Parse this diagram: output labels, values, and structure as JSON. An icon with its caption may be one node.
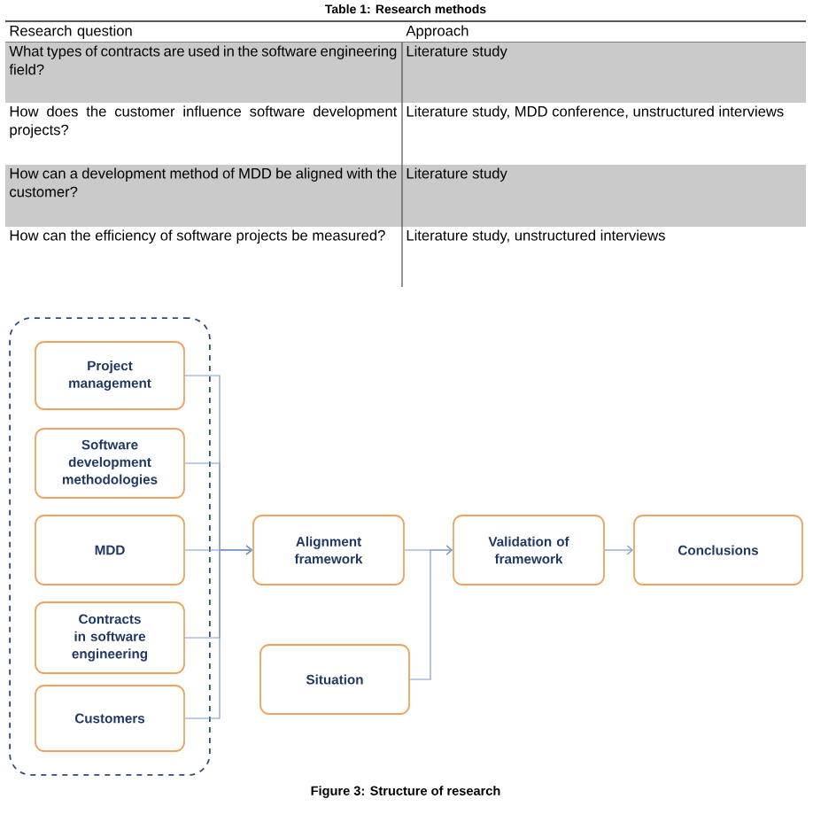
{
  "diagram": {
    "title": "Table 1: Research methods",
    "caption": "Figure 3: Structure of research",
    "nodes": [
      {
        "text": [],
        "shape": "box"
      },
      {
        "text": [
          "Project management"
        ],
        "in": 0
      },
      {
        "text": [
          "Software development methodologies"
        ],
        "in": 0
      },
      {
        "text": [
          "MDD"
        ],
        "in": 0
      },
      {
        "text": [
          "Contracts in software engineering"
        ],
        "in": 0
      },
      {
        "text": [
          "Customers"
        ],
        "in": 0
      },
      {
        "text": [
          "Alignment framework"
        ]
      },
      {
        "text": [
          "Situation"
        ]
      },
      {
        "text": [
          "Validation of framework"
        ]
      },
      {
        "text": [
          "Conclusions"
        ]
      }
    ],
    "edges": [
      {
        "from": 1,
        "to": 6,
        "arrow": "to"
      },
      {
        "from": 2,
        "to": 6,
        "arrow": "to"
      },
      {
        "from": 3,
        "to": 6,
        "arrow": "to"
      },
      {
        "from": 4,
        "to": 6,
        "arrow": "to"
      },
      {
        "from": 5,
        "to": 6,
        "arrow": "to"
      },
      {
        "from": 6,
        "to": 8,
        "arrow": "to"
      },
      {
        "from": 7,
        "to": 8,
        "arrow": "to"
      },
      {
        "from": 8,
        "to": 9,
        "arrow": "to"
      }
    ],
    "labels": [
      "Research question",
      "Approach",
      "What types of contracts are used in the software engineering field?",
      "Literature study",
      "How does the customer influence software development projects?",
      "Literature study, MDD conference, unstructured interviews",
      "How can a development method of MDD be aligned with the customer?",
      "Literature study",
      "How can the efficiency of software projects be measured?",
      "Literature study, unstructured interviews"
    ]
  }
}
